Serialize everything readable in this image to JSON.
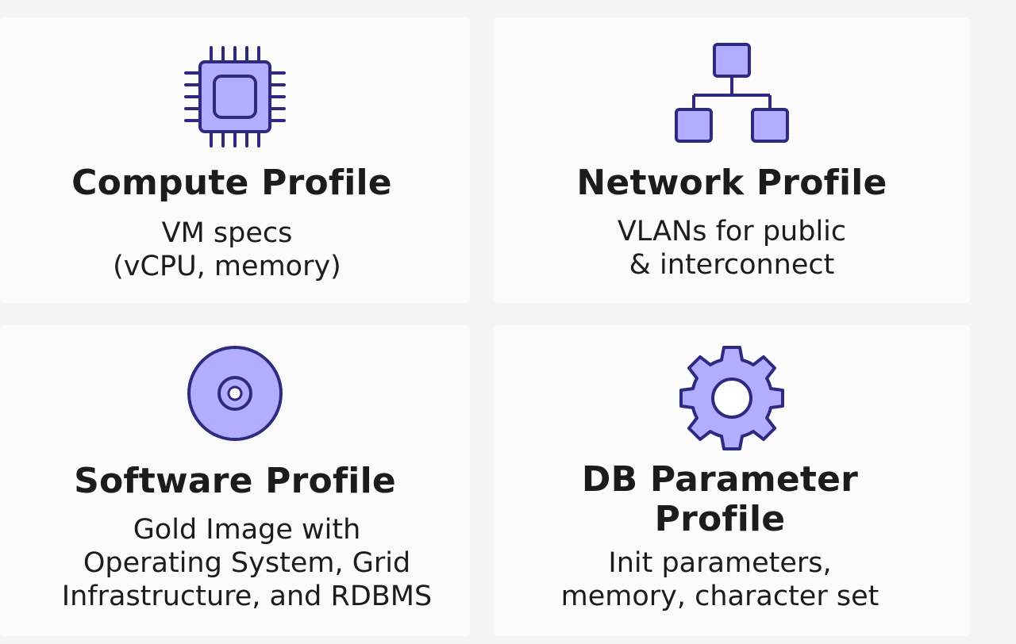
{
  "colors": {
    "icon_fill": "#b3adff",
    "icon_stroke": "#2e2a80",
    "card_background": "#fbfbfb",
    "page_background": "#f5f5f5",
    "text": "#1c1c1c"
  },
  "cards": [
    {
      "icon": "cpu-chip-icon",
      "title": "Compute Profile",
      "description": "VM specs\n(vCPU, memory)"
    },
    {
      "icon": "network-hierarchy-icon",
      "title": "Network Profile",
      "description": "VLANs for public\n& interconnect"
    },
    {
      "icon": "disc-icon",
      "title": "Software Profile",
      "description": "Gold Image with\nOperating System,  Grid\nInfrastructure, and RDBMS"
    },
    {
      "icon": "gear-icon",
      "title": "DB Parameter\nProfile",
      "description": "Init parameters,\nmemory, character set"
    }
  ]
}
